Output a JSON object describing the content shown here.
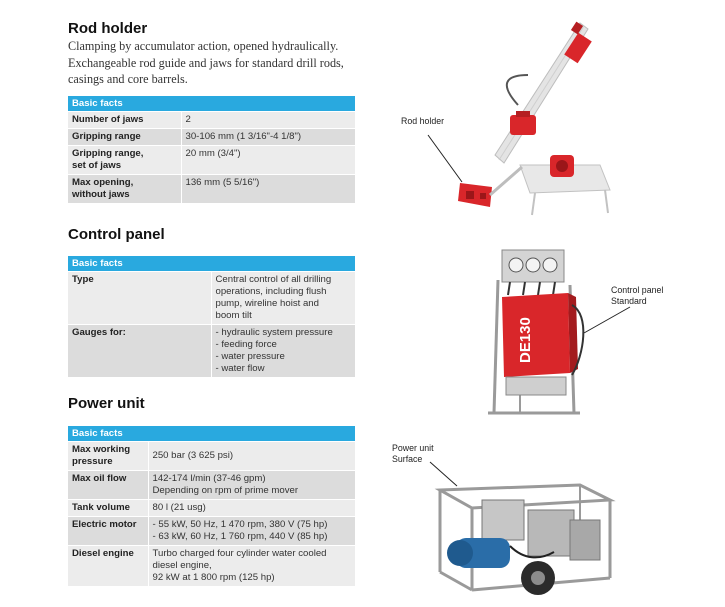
{
  "sections": [
    {
      "title": "Rod holder",
      "intro": "Clamping by accumulator action, opened hydraulically.\nExchangeable rod guide and jaws for standard drill rods,\ncasings and core barrels.",
      "table_header": "Basic facts",
      "rows": [
        {
          "label": "Number of jaws",
          "value": [
            "2"
          ]
        },
        {
          "label": "Gripping range",
          "value": [
            "30-106 mm (1 3/16\"-4 1/8\")"
          ]
        },
        {
          "label": "Gripping range,\nset of jaws",
          "value": [
            "20 mm (3/4\")"
          ]
        },
        {
          "label": "Max opening,\nwithout jaws",
          "value": [
            "136 mm (5 5/16\")"
          ]
        }
      ]
    },
    {
      "title": "Control panel",
      "table_header": "Basic facts",
      "rows": [
        {
          "label": "Type",
          "value": [
            "Central control of all drilling",
            "operations, including flush",
            "pump, wireline hoist and",
            "boom tilt"
          ]
        },
        {
          "label": "Gauges for:",
          "value": [
            "- hydraulic system pressure",
            "- feeding force",
            "- water pressure",
            "- water flow"
          ]
        }
      ]
    },
    {
      "title": "Power unit",
      "table_header": "Basic facts",
      "rows": [
        {
          "label": "Max working\npressure",
          "value": [
            "250 bar (3 625 psi)"
          ]
        },
        {
          "label": "Max oil flow",
          "value": [
            "142-174 l/min (37-46 gpm)",
            "Depending on rpm of prime mover"
          ]
        },
        {
          "label": "Tank volume",
          "value": [
            "80 l (21 usg)"
          ]
        },
        {
          "label": "Electric motor",
          "value": [
            "- 55 kW, 50 Hz, 1 470 rpm, 380 V (75 hp)",
            "- 63 kW, 60 Hz, 1 760 rpm, 440 V (85 hp)"
          ]
        },
        {
          "label": "Diesel engine",
          "value": [
            "Turbo charged four cylinder water cooled",
            "diesel engine,",
            "92 kW at 1 800 rpm (125 hp)"
          ]
        }
      ]
    }
  ],
  "callouts": {
    "rod_holder": "Rod holder",
    "control_panel": "Control panel\nStandard",
    "power_unit": "Power unit\nSurface"
  },
  "images": {
    "control_panel_badge": "DE130"
  },
  "colors": {
    "table_header": "#29a9df",
    "row_light": "#ececec",
    "row_dark": "#dcdcdc",
    "machine_red": "#d9262a"
  }
}
